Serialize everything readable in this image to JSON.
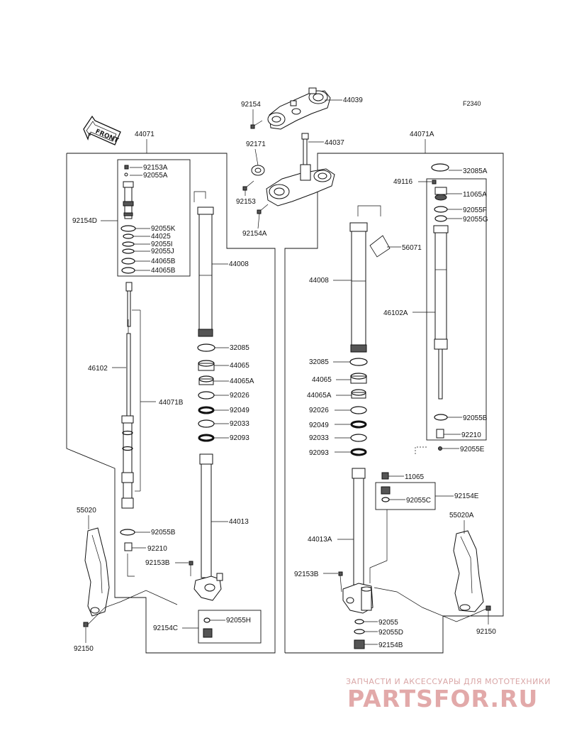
{
  "diagram_code": "F2340",
  "front_label": "FRONT",
  "watermark": {
    "line1": "ЗАПЧАСТИ И АКСЕССУАРЫ ДЛЯ МОТОТЕХНИКИ",
    "line2": "PARTSFOR.RU"
  },
  "top_assembly": {
    "p44039": "44039",
    "p92154": "92154",
    "p44037": "44037",
    "p92171": "92171",
    "p92153": "92153",
    "p92154A": "92154A"
  },
  "left_fork": {
    "p44071": "44071",
    "p92153A": "92153A",
    "p92055A": "92055A",
    "p92154D": "92154D",
    "p92055K": "92055K",
    "p44025": "44025",
    "p92055I": "92055I",
    "p92055J": "92055J",
    "p44065B_1": "44065B",
    "p44065B_2": "44065B",
    "p44008": "44008",
    "p32085": "32085",
    "p44065": "44065",
    "p44065A": "44065A",
    "p92026": "92026",
    "p92049": "92049",
    "p92033": "92033",
    "p92093": "92093",
    "p46102": "46102",
    "p44071B": "44071B",
    "p44013": "44013",
    "p55020": "55020",
    "p92055B": "92055B",
    "p92210": "92210",
    "p92153B": "92153B",
    "p92154C": "92154C",
    "p92055H": "92055H",
    "p92150": "92150"
  },
  "right_fork": {
    "p44071A": "44071A",
    "p32085A": "32085A",
    "p49116": "49116",
    "p11065A": "11065A",
    "p92055F": "92055F",
    "p92055G": "92055G",
    "p56071": "56071",
    "p44008": "44008",
    "p46102A": "46102A",
    "p32085": "32085",
    "p44065": "44065",
    "p44065A": "44065A",
    "p92026": "92026",
    "p92049": "92049",
    "p92033": "92033",
    "p92093": "92093",
    "p92055B": "92055B",
    "p92210": "92210",
    "p92055E": "92055E",
    "p11065": "11065",
    "p92154E": "92154E",
    "p92055C": "92055C",
    "p44013A": "44013A",
    "p55020A": "55020A",
    "p92153B": "92153B",
    "p92055": "92055",
    "p92055D": "92055D",
    "p92154B": "92154B",
    "p92150": "92150"
  }
}
